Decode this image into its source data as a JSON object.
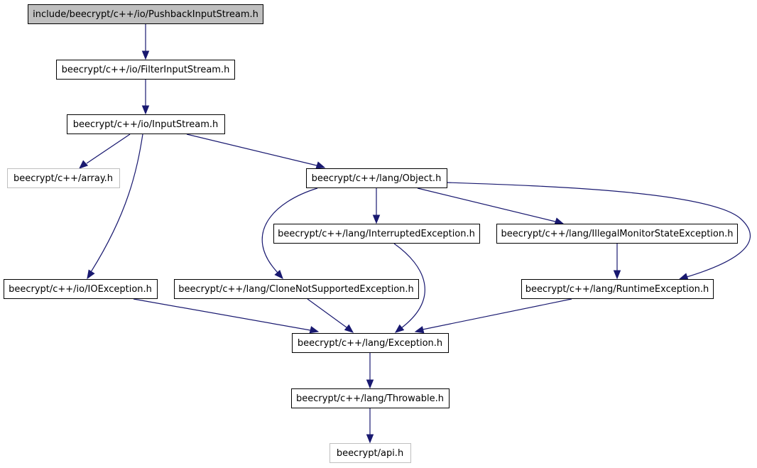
{
  "graph": {
    "title": "",
    "edge_color": "#191970",
    "root_fill": "#bfbfbf",
    "external_stroke": "#bfbfbf",
    "nodes": {
      "pushback": "include/beecrypt/c++/io/PushbackInputStream.h",
      "filter": "beecrypt/c++/io/FilterInputStream.h",
      "inputstream": "beecrypt/c++/io/InputStream.h",
      "array": "beecrypt/c++/array.h",
      "object": "beecrypt/c++/lang/Object.h",
      "interrupted": "beecrypt/c++/lang/InterruptedException.h",
      "illegal": "beecrypt/c++/lang/IllegalMonitorStateException.h",
      "ioexception": "beecrypt/c++/io/IOException.h",
      "clone": "beecrypt/c++/lang/CloneNotSupportedException.h",
      "runtime": "beecrypt/c++/lang/RuntimeException.h",
      "exception": "beecrypt/c++/lang/Exception.h",
      "throwable": "beecrypt/c++/lang/Throwable.h",
      "api": "beecrypt/api.h"
    },
    "edges": [
      [
        "pushback",
        "filter"
      ],
      [
        "filter",
        "inputstream"
      ],
      [
        "inputstream",
        "array"
      ],
      [
        "inputstream",
        "object"
      ],
      [
        "inputstream",
        "ioexception"
      ],
      [
        "object",
        "interrupted"
      ],
      [
        "object",
        "illegal"
      ],
      [
        "object",
        "clone"
      ],
      [
        "object",
        "runtime"
      ],
      [
        "interrupted",
        "exception"
      ],
      [
        "illegal",
        "runtime"
      ],
      [
        "ioexception",
        "exception"
      ],
      [
        "clone",
        "exception"
      ],
      [
        "runtime",
        "exception"
      ],
      [
        "exception",
        "throwable"
      ],
      [
        "throwable",
        "api"
      ]
    ]
  }
}
